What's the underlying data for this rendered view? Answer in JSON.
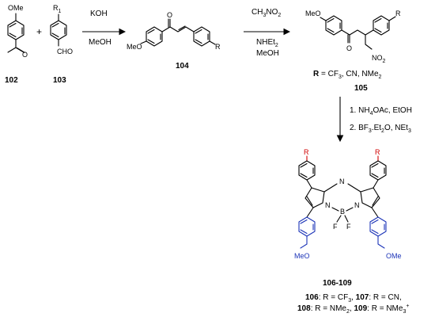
{
  "compounds": {
    "c102": {
      "number": "102",
      "label": "OMe"
    },
    "c103": {
      "number": "103",
      "r_label": "R",
      "r_sub": "1",
      "cho_label": "CHO"
    },
    "c104": {
      "number": "104",
      "ome_label": "MeO",
      "r_label": "R"
    },
    "c105": {
      "number": "105",
      "ome_label": "MeO",
      "r_label": "R",
      "no2_label": "NO",
      "no2_sub": "2",
      "r_definition": {
        "bold": "R",
        "text": " = CF",
        "sub": "3",
        "rest": ", CN, NMe",
        "sub2": "2"
      }
    },
    "product": {
      "number": "106-109",
      "r_left": "R",
      "r_right": "R",
      "ome_left": "MeO",
      "ome_right": "OMe",
      "n_label": "N",
      "b_label": "B",
      "f_label": "F",
      "legend_line1": {
        "a": "106",
        "a_text": ": R = CF",
        "a_sub": "3",
        "b": "107",
        "b_text": ": R = CN,"
      },
      "legend_line2": {
        "a": "108",
        "a_text": ": R = NMe",
        "a_sub": "2",
        "b": "109",
        "b_text": ": R = NMe",
        "b_sub": "3",
        "b_sup": "+"
      }
    }
  },
  "plus_sign": "+",
  "arrows": {
    "step1": {
      "above": "KOH",
      "below": "MeOH"
    },
    "step2": {
      "above_main": "CH",
      "above_sub": "3",
      "above_rest": "NO",
      "above_sub2": "2",
      "below1": "NHEt",
      "below1_sub": "2",
      "below2": "MeOH"
    },
    "step3": {
      "line1_prefix": "1. NH",
      "line1_sub": "4",
      "line1_rest": "OAc, EtOH",
      "line2_prefix": "2. BF",
      "line2_sub": "3",
      "line2_mid": ".Et",
      "line2_sub2": "2",
      "line2_rest": "O, NEt",
      "line2_sub3": "3"
    }
  },
  "colors": {
    "r_group": "#d00000",
    "methoxy_group": "#1c34b8",
    "text": "#000000"
  }
}
